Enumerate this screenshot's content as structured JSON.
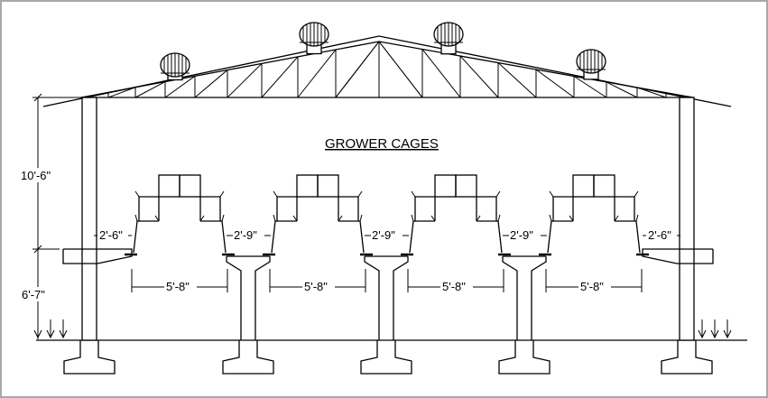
{
  "title": "GROWER CAGES",
  "dimensions": {
    "wall_height_upper": "10'-6\"",
    "wall_height_lower": "6'-7\"",
    "aisle_outer_left": "2'-6\"",
    "aisle_inner_1": "2'-9\"",
    "aisle_inner_2": "2'-9\"",
    "aisle_inner_3": "2'-9\"",
    "aisle_outer_right": "2'-6\"",
    "cage_width_1": "5'-8\"",
    "cage_width_2": "5'-8\"",
    "cage_width_3": "5'-8\"",
    "cage_width_4": "5'-8\""
  },
  "ventilators": [
    "roof-ventilator",
    "roof-ventilator",
    "roof-ventilator",
    "roof-ventilator"
  ],
  "colors": {
    "line": "#000000",
    "frame": "#a8a8a8",
    "background": "#ffffff"
  }
}
